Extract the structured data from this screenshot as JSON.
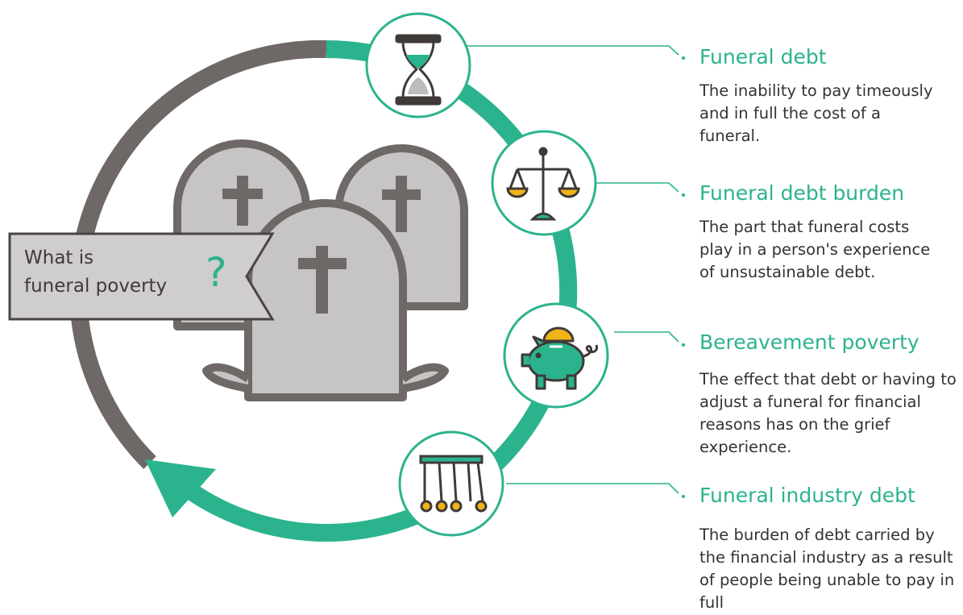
{
  "question": {
    "line1": "What is",
    "line2": "funeral poverty",
    "mark": "?"
  },
  "items": [
    {
      "icon": "hourglass-icon",
      "title": "Funeral debt",
      "desc": "The inability to pay timeously and in full the cost of a funeral."
    },
    {
      "icon": "scales-icon",
      "title": "Funeral debt burden",
      "desc": "The part that funeral costs play in a person's experience of unsustainable debt."
    },
    {
      "icon": "piggy-bank-icon",
      "title": "Bereavement poverty",
      "desc": "The effect that debt or having to adjust a funeral for financial reasons has on the grief experience."
    },
    {
      "icon": "newtons-cradle-icon",
      "title": "Funeral industry debt",
      "desc": "The burden of debt carried by the financial industry as a result of people being unable to pay in full"
    }
  ],
  "colors": {
    "accent": "#2bb38e",
    "grey_ring": "#6e6867",
    "stone_fill": "#c6c4c4",
    "stone_outline": "#6e6867",
    "coin": "#f2b316",
    "text": "#333333"
  }
}
